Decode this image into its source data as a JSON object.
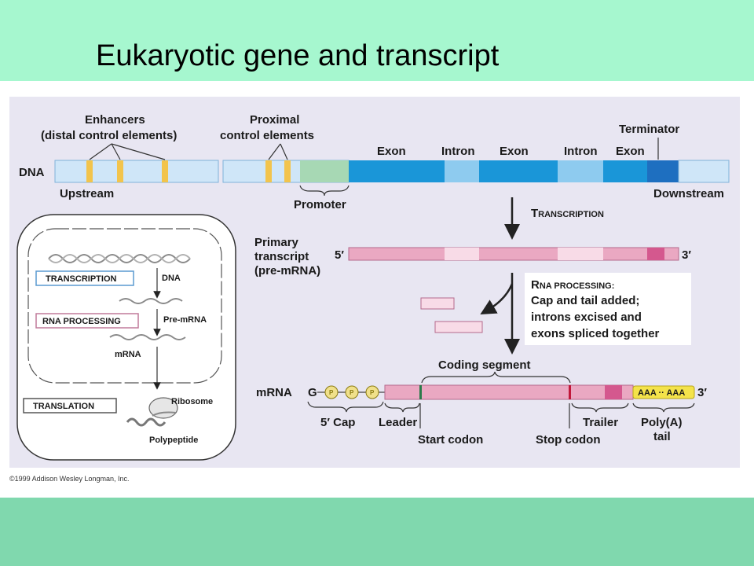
{
  "slide": {
    "title": "Eukaryotic gene and transcript",
    "credit": "©1999 Addison Wesley Longman, Inc."
  },
  "colors": {
    "top_band": "#a6f7cf",
    "bottom_band": "#80d8ae",
    "panel": "#e8e6f2",
    "exon": "#1a96d8",
    "intron": "#8ecbef",
    "dna_light": "#cfe6f8",
    "promoter": "#a7d8b4",
    "control_element": "#f2c44c",
    "transcript_pink": "#eaa8c2",
    "transcript_light": "#f8dbe7",
    "transcript_dark": "#d4588e",
    "poly_a": "#f4e34a"
  },
  "dna": {
    "label": "DNA",
    "enhancers_line1": "Enhancers",
    "enhancers_line2": "(distal control elements)",
    "proximal_line1": "Proximal",
    "proximal_line2": "control elements",
    "upstream": "Upstream",
    "downstream": "Downstream",
    "promoter": "Promoter",
    "terminator": "Terminator",
    "exon1": "Exon",
    "intron1": "Intron",
    "exon2": "Exon",
    "intron2": "Intron",
    "exon3": "Exon"
  },
  "transcription": {
    "first": "T",
    "rest": "RANSCRIPTION"
  },
  "primary": {
    "line1": "Primary",
    "line2": "transcript",
    "line3": "(pre-mRNA)",
    "five": "5′",
    "three": "3′"
  },
  "processing": {
    "first": "R",
    "rest": "NA PROCESSING:",
    "line2": "Cap and tail added;",
    "line3": "introns excised and",
    "line4": "exons spliced together"
  },
  "mrna": {
    "label": "mRNA",
    "g": "G",
    "p1": "P",
    "p2": "P",
    "p3": "P",
    "cap": "5′ Cap",
    "leader": "Leader",
    "coding": "Coding segment",
    "start": "Start codon",
    "stop": "Stop codon",
    "trailer": "Trailer",
    "polya_line1": "Poly(A)",
    "polya_line2": "tail",
    "aaa": "AAA ·· AAA",
    "three": "3′"
  },
  "cell": {
    "transcription": "TRANSCRIPTION",
    "dna": "DNA",
    "rna_processing": "RNA PROCESSING",
    "pre_mrna": "Pre-mRNA",
    "mrna": "mRNA",
    "translation": "TRANSLATION",
    "ribosome": "Ribosome",
    "polypeptide": "Polypeptide"
  }
}
